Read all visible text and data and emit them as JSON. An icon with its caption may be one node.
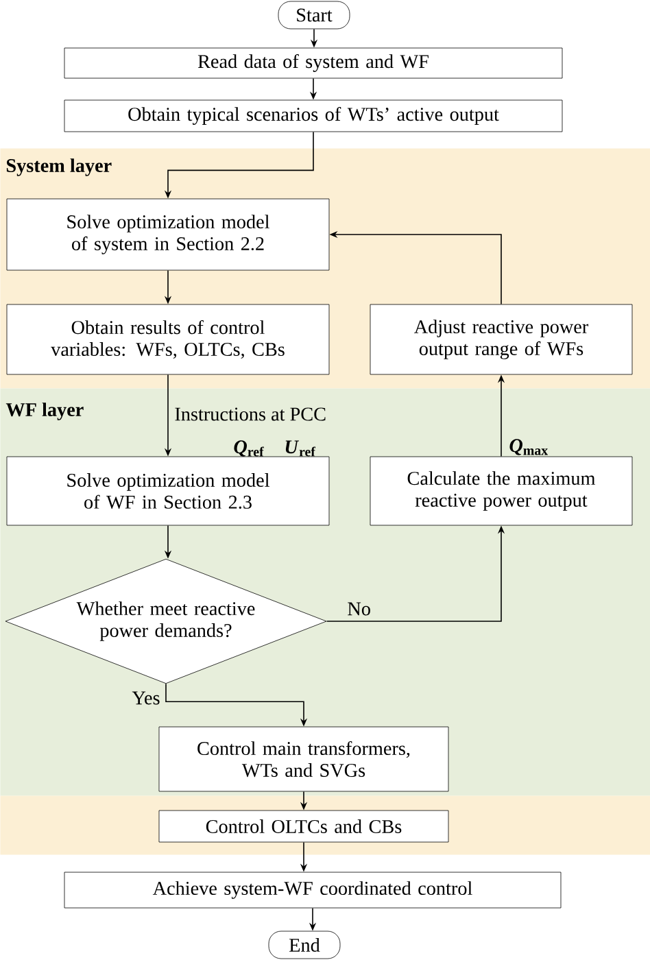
{
  "diagram": {
    "nodes": [
      {
        "text": [
          "Start"
        ]
      },
      {
        "text": [
          "Read data of system and WF"
        ]
      },
      {
        "text": [
          "Obtain typical scenarios of WTs’ active output"
        ]
      },
      {
        "text": [
          "System layer"
        ]
      },
      {
        "text": [
          "Solve optimization model of system in Section 2.2"
        ],
        "in": 3
      },
      {
        "text": [
          "Obtain results of control variables: WFs, OLTCs, CBs"
        ],
        "in": 3
      },
      {
        "text": [
          "Adjust  reactive power output range of WFs"
        ],
        "in": 3
      },
      {
        "text": [
          "WF layer"
        ]
      },
      {
        "text": [
          "Solve optimization model of WF in Section 2.3"
        ],
        "in": 7
      },
      {
        "text": [
          "Calculate the maximum reactive power output"
        ],
        "in": 7
      },
      {
        "text": [
          "Whether meet reactive power demands?"
        ],
        "in": 7
      },
      {
        "text": [
          "Control main transformers, WTs and SVGs"
        ],
        "in": 7
      },
      {
        "text": [],
        "shape": "band"
      },
      {
        "text": [
          "Control OLTCs and CBs"
        ],
        "in": 12
      },
      {
        "text": [
          "Achieve system-WF coordinated control"
        ]
      },
      {
        "text": [
          "End"
        ]
      }
    ],
    "edges": [
      {
        "from": 0,
        "to": 1,
        "arrow": "to"
      },
      {
        "from": 1,
        "to": 2,
        "arrow": "to"
      },
      {
        "from": 2,
        "to": 4,
        "arrow": "to"
      },
      {
        "from": 4,
        "to": 5,
        "arrow": "to"
      },
      {
        "from": 5,
        "to": 8,
        "arrow": "to",
        "label": "Instructions at PCC"
      },
      {
        "from": 8,
        "to": 10,
        "arrow": "to"
      },
      {
        "from": 10,
        "to": 9,
        "arrow": "to",
        "label": "No"
      },
      {
        "from": 9,
        "to": 6,
        "arrow": "to",
        "label": "*Q*$_{max}$"
      },
      {
        "from": 6,
        "to": 4,
        "arrow": "to"
      },
      {
        "from": 10,
        "to": 11,
        "arrow": "to",
        "label": "Yes"
      },
      {
        "from": 11,
        "to": 13,
        "arrow": "to"
      },
      {
        "from": 13,
        "to": 14,
        "arrow": "to"
      },
      {
        "from": 14,
        "to": 15,
        "arrow": "to"
      }
    ],
    "labels": [
      "*Q*$_{ref}$",
      "*U*$_{ref}$"
    ]
  }
}
